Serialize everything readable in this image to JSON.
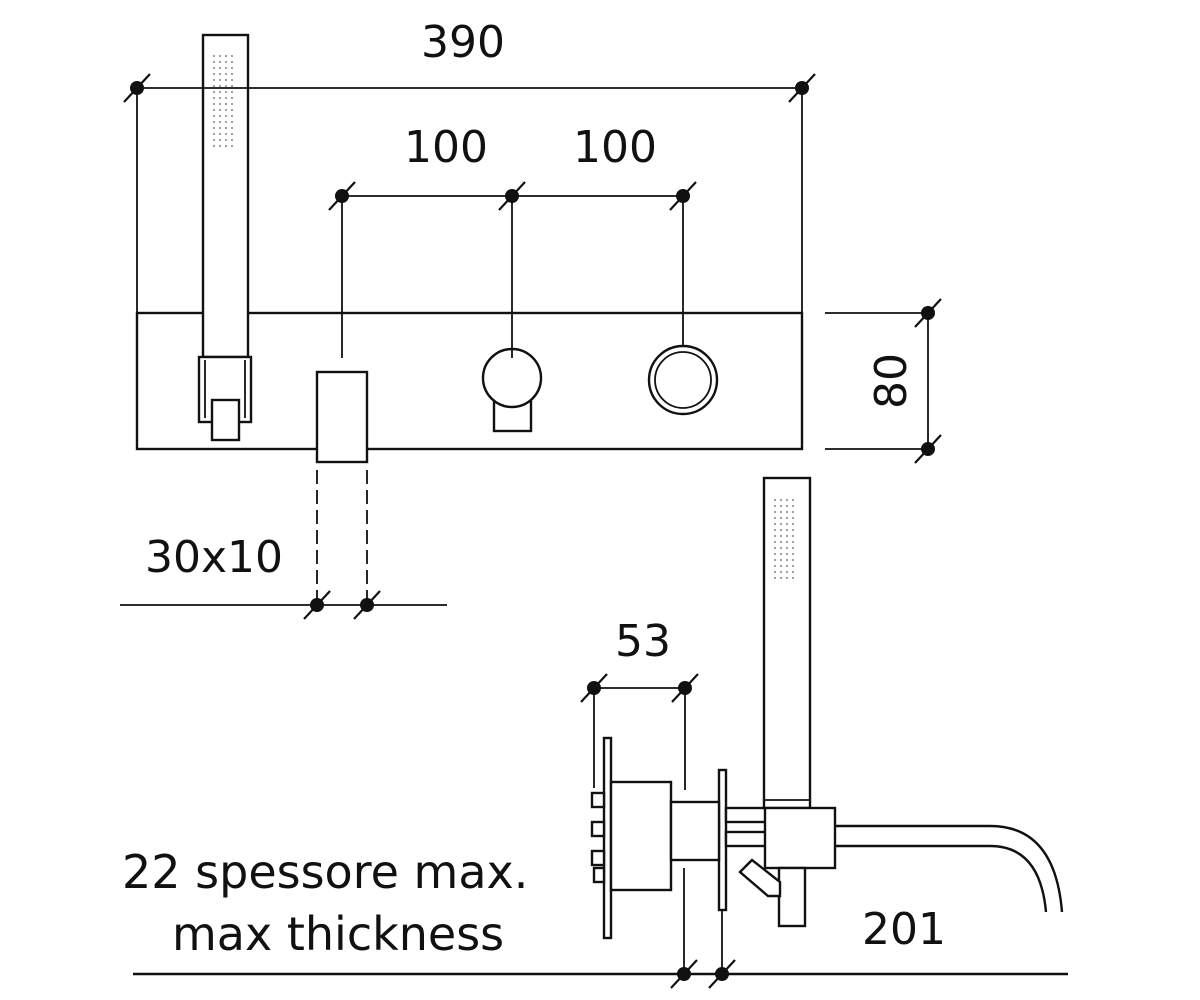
{
  "dimensions": {
    "overall_width": "390",
    "spacing_1": "100",
    "spacing_2": "100",
    "panel_height": "80",
    "spout_section": "30x10",
    "body_depth": "53",
    "spout_projection": "201"
  },
  "notes": {
    "thickness_it": "22 spessore max.",
    "thickness_en": "max thickness"
  },
  "colors": {
    "line": "#111111",
    "background": "#ffffff"
  }
}
